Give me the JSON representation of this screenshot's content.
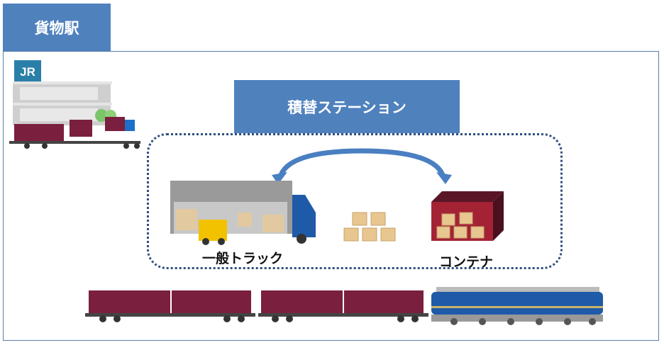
{
  "section_tab": {
    "label": "貨物駅"
  },
  "station": {
    "title": "積替ステーション"
  },
  "labels": {
    "truck": "一般トラック",
    "container": "コンテナ"
  },
  "logo": {
    "text": "JR"
  },
  "colors": {
    "accent": "#4f81bd",
    "container": "#7b1f3f",
    "locomotive": "#1e5aa8",
    "arrow": "#4a7fc1"
  }
}
